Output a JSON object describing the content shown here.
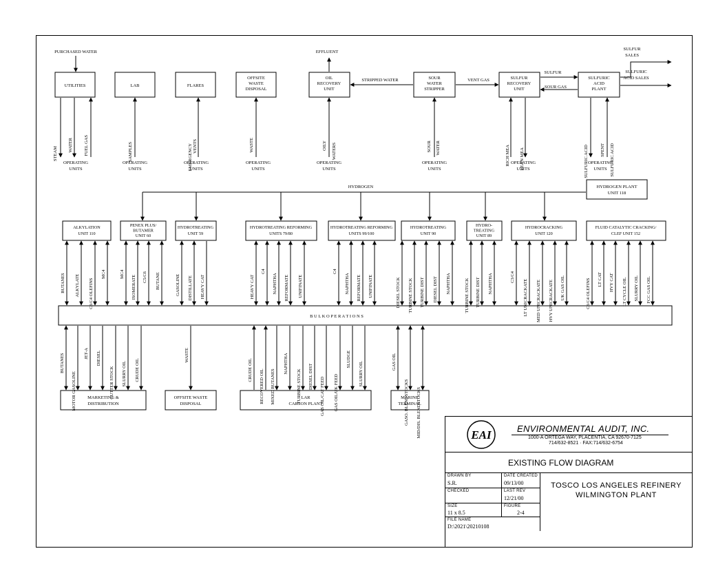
{
  "boxes_top": {
    "utilities": [
      "UTILITIES"
    ],
    "lab": [
      "LAB"
    ],
    "flares": [
      "FLARES"
    ],
    "offsite": [
      "OFFSITE",
      "WASTE",
      "DISPOSAL"
    ],
    "oil": [
      "OIL",
      "RECOVERY",
      "UNIT"
    ],
    "sour": [
      "SOUR",
      "WATER",
      "STRIPPER"
    ],
    "sulfur": [
      "SULFUR",
      "RECOVERY",
      "UNIT"
    ],
    "acid": [
      "SULFURIC",
      "ACID",
      "PLANT"
    ],
    "h2": [
      "HYDROGEN PLANT",
      "UNIT 118"
    ]
  },
  "top_labels": {
    "purchased_water": "PURCHASED WATER",
    "effluent": "EFFLUENT",
    "stripped_water": "STRIPPED WATER",
    "vent_gas": "VENT GAS",
    "sulfur": "SULFUR",
    "sour_gas": "SOUR GAS",
    "sulfur_sales": [
      "SULFUR",
      "SALES"
    ],
    "acid_sales": [
      "SULFURIC",
      "ACID SALES"
    ],
    "hydrogen": "HYDROGEN"
  },
  "vlabels_top": {
    "steam": "STEAM",
    "water": "WATER",
    "fuel_gas": "FUEL GAS",
    "samples": "SAMPLES",
    "emergency_vents": [
      "EMERGENCY",
      "VENTS"
    ],
    "waste": "WASTE",
    "oily_waters": [
      "OILY",
      "WATERS"
    ],
    "sour_water": [
      "SOUR",
      "WATER"
    ],
    "rich_mea": "RICH MEA",
    "lean_mea": "LEAN MEA",
    "sulfuric_acid": "SULFURIC ACID",
    "spent_acid": [
      "SPENT",
      "SULFURIC ACID"
    ]
  },
  "operating_units": [
    "OPERATING",
    "UNITS"
  ],
  "units_mid": {
    "alky": [
      "ALKYLATION",
      "UNIT 110"
    ],
    "penex": [
      "PENEX PLUS/",
      "BUTAMER",
      "UNIT 60"
    ],
    "ht59": [
      "HYDROTREATING",
      "UNIT 59"
    ],
    "ht79": [
      "HYDROTREATING REFORMING",
      "UNITS 79/80"
    ],
    "ht99": [
      "HYDROTREATING REFORMING",
      "UNITS 99/100"
    ],
    "ht90": [
      "HYDROTREATING",
      "UNIT 90"
    ],
    "ht89": [
      "HYDRO-",
      "TREATING",
      "UNIT 89"
    ],
    "hc120": [
      "HYDROCRACKING",
      "UNIT 120"
    ],
    "fcc": [
      "FLUID CATALYTIC CRACKING/",
      "CLEF UNIT 152"
    ]
  },
  "bulk": "B U L K   O P E R A T I O N S",
  "upper_streams": {
    "alky": [
      "BUTANES",
      "ALKYLATE",
      "C3/C4 OLEFINS",
      "MC4"
    ],
    "penex": [
      "MC4",
      "ISOMERATE",
      "C5/C6",
      "BUTANE"
    ],
    "ht59": [
      "GASOLINE",
      "DISTILLATE",
      "HEAVY CAT"
    ],
    "ht79": [
      "HEAVY CAT",
      "C4",
      "NAPHTHA",
      "REFORMATE",
      "UNIFINATE"
    ],
    "ht99": [
      "C4",
      "NAPHTHA",
      "REFORMATE",
      "UNIFINATE"
    ],
    "ht90": [
      "DIESEL STOCK",
      "TURBINE STOCK",
      "TURBINE DIST",
      "DIESEL DIST",
      "NAPHTHA"
    ],
    "ht89": [
      "TURBINE STOCK",
      "TURBINE DIST",
      "NAPHTHA"
    ],
    "hc120": [
      "C3/C4",
      "LT UNICRACKATE",
      "MED UNICRACKATE",
      "HVY UNICRACKATE",
      "UK GAS OIL"
    ],
    "fcc": [
      "C3/C4 OLEFINS",
      "LT CAT",
      "HVY CAT",
      "LT CYCLE OIL",
      "SLURRY OIL",
      "FCC GAS OIL"
    ]
  },
  "lower_streams": {
    "marketing": [
      "BUTANES",
      "MOTOR GASOLINE",
      "JET-A",
      "DIESEL",
      "CUTTER STOCK",
      "SLURRY OIL",
      "CRUDE OIL"
    ],
    "waste": [
      "WASTE"
    ],
    "lar": [
      "CRUDE OIL",
      "RECOVERED OIL",
      "MIXED BUTANES",
      "NAPHTHA",
      "TURBINE STOCK",
      "DIESEL DIST",
      "GAS OIL/CAT FEED",
      "GAS OIL/UK FEED",
      "SLUDGE",
      "SLURRY OIL"
    ],
    "marine": [
      "GAS OIL",
      "GASO. BLENDSTOCKS",
      "MID/DIS. BLENDSTOCKS"
    ]
  },
  "boxes_bottom": {
    "marketing": [
      "MARKETING &",
      "DISTRIBUTION"
    ],
    "offsite_waste": [
      "OFFSITE WASTE",
      "DISPOSAL"
    ],
    "lar": [
      "LAR",
      "CARSON PLANT"
    ],
    "marine": [
      "MARINE",
      "TERMINAL"
    ]
  },
  "title_block": {
    "logo": "EAI",
    "company": "ENVIRONMENTAL AUDIT, INC.",
    "address": "1000-A ORTEGA WAY, PLACENTIA, CA 92670-7125",
    "phone": "714/632-8521 · FAX:714/632-6754",
    "drawing_title": "EXISTING FLOW DIAGRAM",
    "drawn_by_label": "DRAWN BY",
    "drawn_by": "S.R.",
    "date_created_label": "DATE CREATED",
    "date_created": "09/13/00",
    "checked_label": "CHECKED",
    "checked": "",
    "last_rev_label": "LAST REV",
    "last_rev": "12/21/00",
    "size_label": "SIZE",
    "size": "11 x 8.5",
    "figure_label": "FIGURE",
    "figure": "2-4",
    "file_name_label": "FILE NAME",
    "file_name": "D:\\2021\\20210108",
    "project_line1": "TOSCO LOS ANGELES REFINERY",
    "project_line2": "WILMINGTON PLANT"
  }
}
